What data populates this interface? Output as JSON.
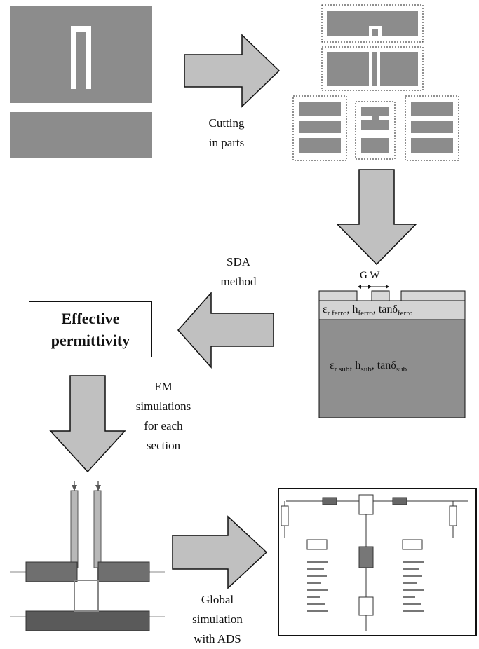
{
  "labels": {
    "cutting": [
      "Cutting",
      "in parts"
    ],
    "sda": [
      "SDA",
      "method"
    ],
    "em": [
      "EM",
      "simulations",
      "for each",
      "section"
    ],
    "global": [
      "Global",
      "simulation",
      "with ADS"
    ]
  },
  "effective_box": [
    "Effective",
    "permittivity"
  ],
  "stack": {
    "gw_label": "G W",
    "ferro": {
      "eps": "ε",
      "eps_sub": "r ferro",
      "h": "h",
      "h_sub": "ferro",
      "tan": "tanδ",
      "tan_sub": "ferro"
    },
    "substrate": {
      "eps": "ε",
      "eps_sub": "r sub",
      "h": "h",
      "h_sub": "sub",
      "tan": "tanδ",
      "tan_sub": "sub"
    }
  },
  "colors": {
    "metal_gray": "#8c8c8c",
    "arrow_fill": "#c0c0c0",
    "substrate": "#8f8f8f",
    "ferro_layer": "#d4d4d4"
  }
}
